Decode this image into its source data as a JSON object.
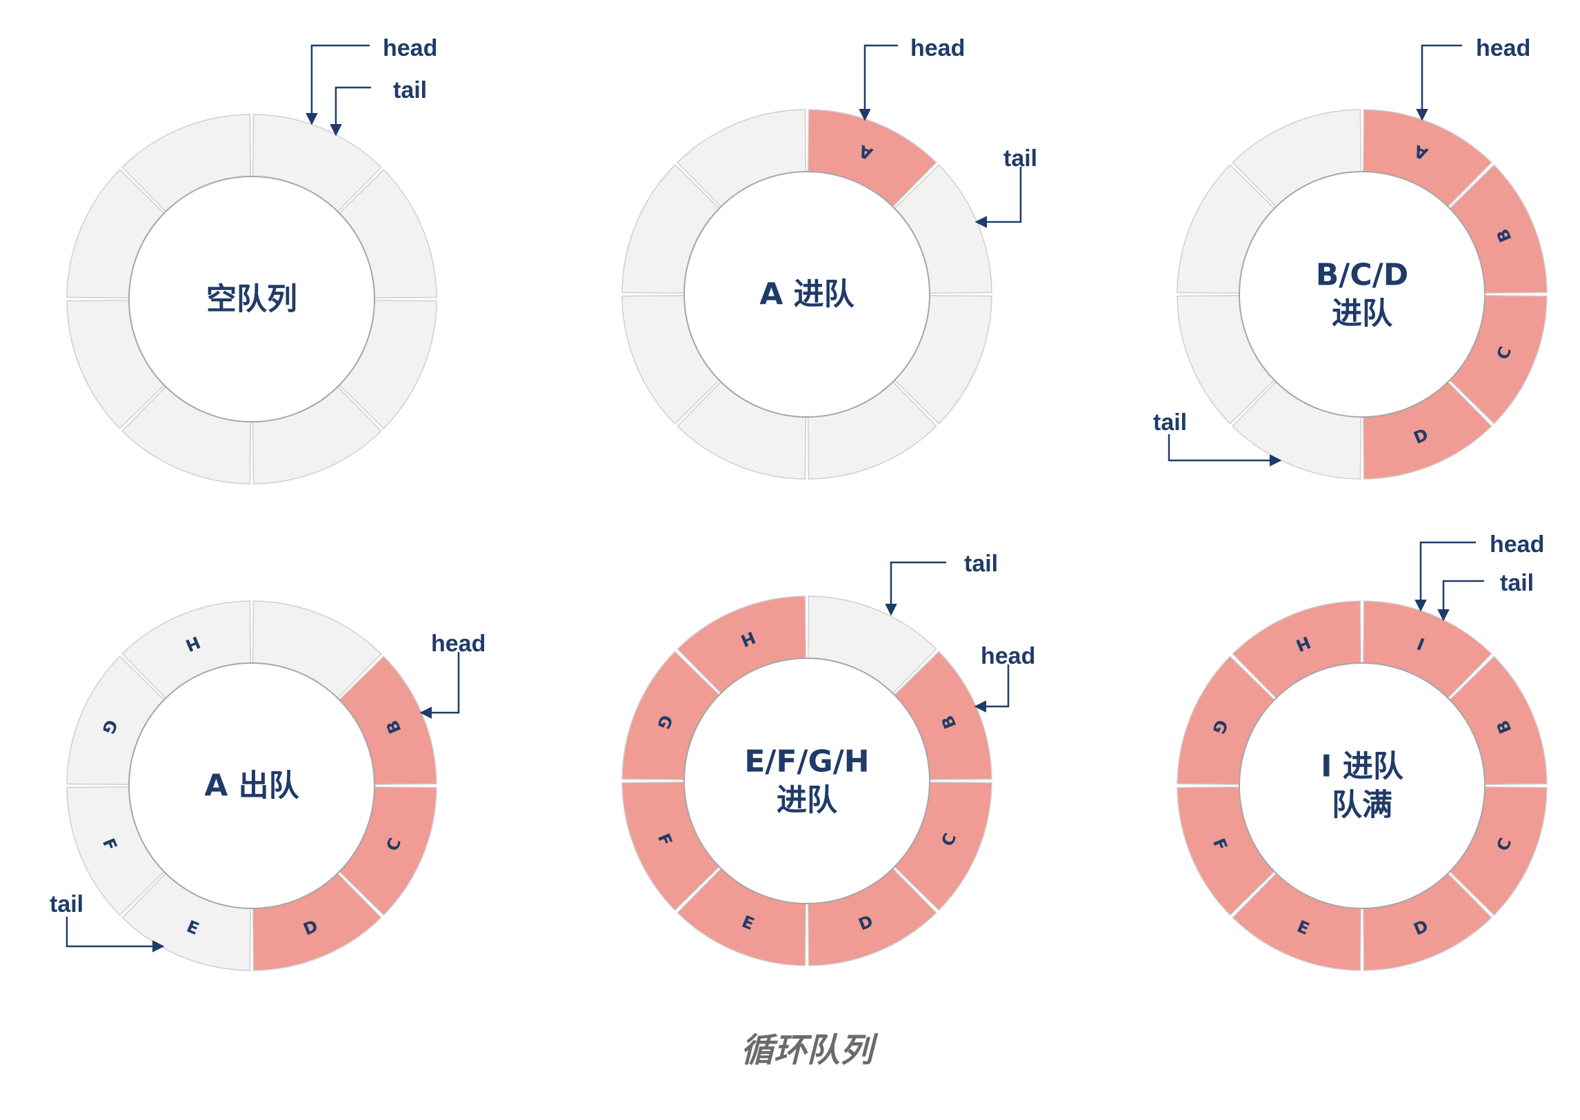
{
  "colors": {
    "empty_slot": "#f2f2f2",
    "filled_slot": "#f09b94",
    "slot_border": "#cfcfcf",
    "inner_border": "#a6a6a6",
    "text": "#1f3b68",
    "pointer": "#1f3b68",
    "caption": "#6b6b6b"
  },
  "caption": "循环队列",
  "panels": [
    {
      "id": "empty-queue",
      "title": "空队列",
      "slots": [
        {
          "label": "",
          "filled": false
        },
        {
          "label": "",
          "filled": false
        },
        {
          "label": "",
          "filled": false
        },
        {
          "label": "",
          "filled": false
        },
        {
          "label": "",
          "filled": false
        },
        {
          "label": "",
          "filled": false
        },
        {
          "label": "",
          "filled": false
        },
        {
          "label": "",
          "filled": false
        }
      ],
      "pointers": [
        {
          "name": "head",
          "label": "head",
          "slot": 0
        },
        {
          "name": "tail",
          "label": "tail",
          "slot": 0
        }
      ]
    },
    {
      "id": "a-enqueue",
      "title": "A 进队",
      "slots": [
        {
          "label": "A",
          "filled": true
        },
        {
          "label": "",
          "filled": false
        },
        {
          "label": "",
          "filled": false
        },
        {
          "label": "",
          "filled": false
        },
        {
          "label": "",
          "filled": false
        },
        {
          "label": "",
          "filled": false
        },
        {
          "label": "",
          "filled": false
        },
        {
          "label": "",
          "filled": false
        }
      ],
      "pointers": [
        {
          "name": "head",
          "label": "head",
          "slot": 0
        },
        {
          "name": "tail",
          "label": "tail",
          "slot": 1
        }
      ]
    },
    {
      "id": "bcd-enqueue",
      "title": "B/C/D\n进队",
      "slots": [
        {
          "label": "A",
          "filled": true
        },
        {
          "label": "B",
          "filled": true
        },
        {
          "label": "C",
          "filled": true
        },
        {
          "label": "D",
          "filled": true
        },
        {
          "label": "",
          "filled": false
        },
        {
          "label": "",
          "filled": false
        },
        {
          "label": "",
          "filled": false
        },
        {
          "label": "",
          "filled": false
        }
      ],
      "pointers": [
        {
          "name": "head",
          "label": "head",
          "slot": 0
        },
        {
          "name": "tail",
          "label": "tail",
          "slot": 4
        }
      ]
    },
    {
      "id": "a-dequeue",
      "title": "A 出队",
      "slots": [
        {
          "label": "",
          "filled": false
        },
        {
          "label": "B",
          "filled": true
        },
        {
          "label": "C",
          "filled": true
        },
        {
          "label": "D",
          "filled": true
        },
        {
          "label": "E",
          "filled": false
        },
        {
          "label": "F",
          "filled": false
        },
        {
          "label": "G",
          "filled": false
        },
        {
          "label": "H",
          "filled": false
        }
      ],
      "pointers": [
        {
          "name": "head",
          "label": "head",
          "slot": 1
        },
        {
          "name": "tail",
          "label": "tail",
          "slot": 4
        }
      ]
    },
    {
      "id": "efgh-enqueue",
      "title": "E/F/G/H\n进队",
      "slots": [
        {
          "label": "",
          "filled": false
        },
        {
          "label": "B",
          "filled": true
        },
        {
          "label": "C",
          "filled": true
        },
        {
          "label": "D",
          "filled": true
        },
        {
          "label": "E",
          "filled": true
        },
        {
          "label": "F",
          "filled": true
        },
        {
          "label": "G",
          "filled": true
        },
        {
          "label": "H",
          "filled": true
        }
      ],
      "pointers": [
        {
          "name": "tail",
          "label": "tail",
          "slot": 0
        },
        {
          "name": "head",
          "label": "head",
          "slot": 1
        }
      ]
    },
    {
      "id": "i-enqueue-full",
      "title": "I 进队\n队满",
      "slots": [
        {
          "label": "I",
          "filled": true
        },
        {
          "label": "B",
          "filled": true
        },
        {
          "label": "C",
          "filled": true
        },
        {
          "label": "D",
          "filled": true
        },
        {
          "label": "E",
          "filled": true
        },
        {
          "label": "F",
          "filled": true
        },
        {
          "label": "G",
          "filled": true
        },
        {
          "label": "H",
          "filled": true
        }
      ],
      "pointers": [
        {
          "name": "head",
          "label": "head",
          "slot": 0
        },
        {
          "name": "tail",
          "label": "tail",
          "slot": 0
        }
      ]
    }
  ]
}
